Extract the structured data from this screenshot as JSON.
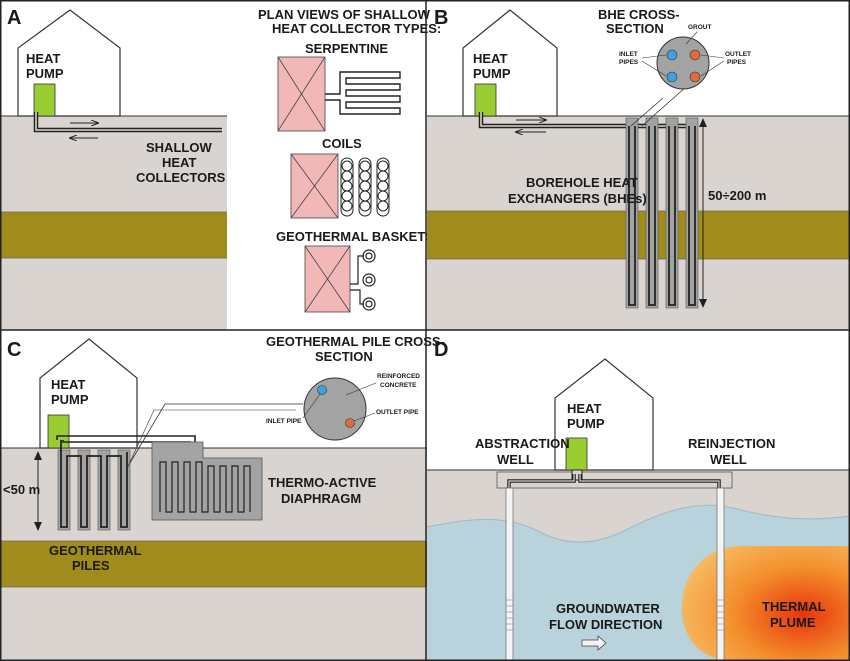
{
  "panels": {
    "a": {
      "letter": "A",
      "heat_pump": [
        "HEAT",
        "PUMP"
      ],
      "collectors": [
        "SHALLOW",
        "HEAT",
        "COLLECTORS"
      ],
      "plan_title": [
        "PLAN VIEWS OF SHALLOW",
        "HEAT COLLECTOR TYPES:"
      ],
      "type_serpentine": "SERPENTINE",
      "type_coils": "COILS",
      "type_baskets": "GEOTHERMAL BASKETS"
    },
    "b": {
      "letter": "B",
      "heat_pump": [
        "HEAT",
        "PUMP"
      ],
      "cross_title": [
        "BHE CROSS-",
        "SECTION"
      ],
      "grout": "GROUT",
      "inlet": [
        "INLET",
        "PIPES"
      ],
      "outlet": [
        "OUTLET",
        "PIPES"
      ],
      "bhe_label": [
        "BOREHOLE HEAT",
        "EXCHANGERS (BHEs)"
      ],
      "depth": "50÷200 m"
    },
    "c": {
      "letter": "C",
      "heat_pump": [
        "HEAT",
        "PUMP"
      ],
      "cross_title": [
        "GEOTHERMAL PILE CROSS-",
        "SECTION"
      ],
      "reinforced": [
        "REINFORCED",
        "CONCRETE"
      ],
      "inlet_pipe": "INLET PIPE",
      "outlet_pipe": "OUTLET PIPE",
      "depth": "<50 m",
      "diaphragm": [
        "THERMO-ACTIVE",
        "DIAPHRAGM"
      ],
      "piles": [
        "GEOTHERMAL",
        "PILES"
      ]
    },
    "d": {
      "letter": "D",
      "heat_pump": [
        "HEAT",
        "PUMP"
      ],
      "abstraction": [
        "ABSTRACTION",
        "WELL"
      ],
      "reinjection": [
        "REINJECTION",
        "WELL"
      ],
      "groundwater": [
        "GROUNDWATER",
        "FLOW DIRECTION"
      ],
      "plume": [
        "THERMAL",
        "PLUME"
      ]
    }
  },
  "colors": {
    "ground": "#d9d4cf",
    "clay": "#a08c1a",
    "heat_pump": "#9acd32",
    "collector_plan": "#f2b8b8",
    "water": "#b9d3dc",
    "pile_fill": "#a3a3a3",
    "inlet_blue": "#3ca3e0",
    "outlet_red": "#e06a3a"
  }
}
